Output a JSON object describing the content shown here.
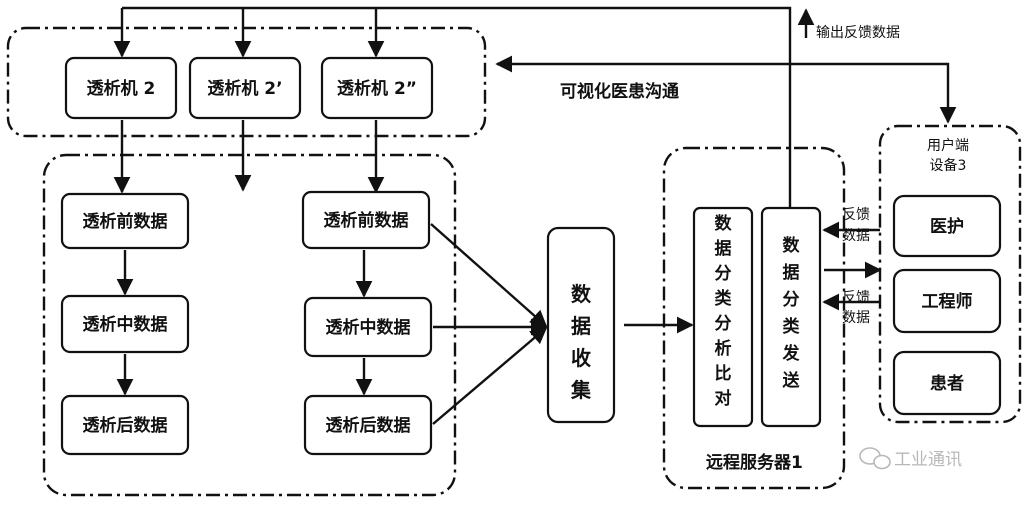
{
  "machines": [
    "透析机 2",
    "透析机 2’",
    "透析机 2”"
  ],
  "stages_left": [
    "透析前数据",
    "透析中数据",
    "透析后数据"
  ],
  "stages_right": [
    "透析前数据",
    "透析中数据",
    "透析后数据"
  ],
  "collect_label": "数据收集",
  "analysis_label": "数据分类分析比对",
  "dispatch_label": "数据分类发送",
  "server_label": "远程服务器1",
  "visual_label": "可视化医患沟通",
  "output_label": "输出反馈数据",
  "terminal_label_line1": "用户端",
  "terminal_label_line2": "设备3",
  "feedback_top": [
    "反馈",
    "数据"
  ],
  "feedback_bottom": [
    "反馈",
    "数据"
  ],
  "users": [
    "医护",
    "工程师",
    "患者"
  ],
  "watermark": "工业通讯"
}
